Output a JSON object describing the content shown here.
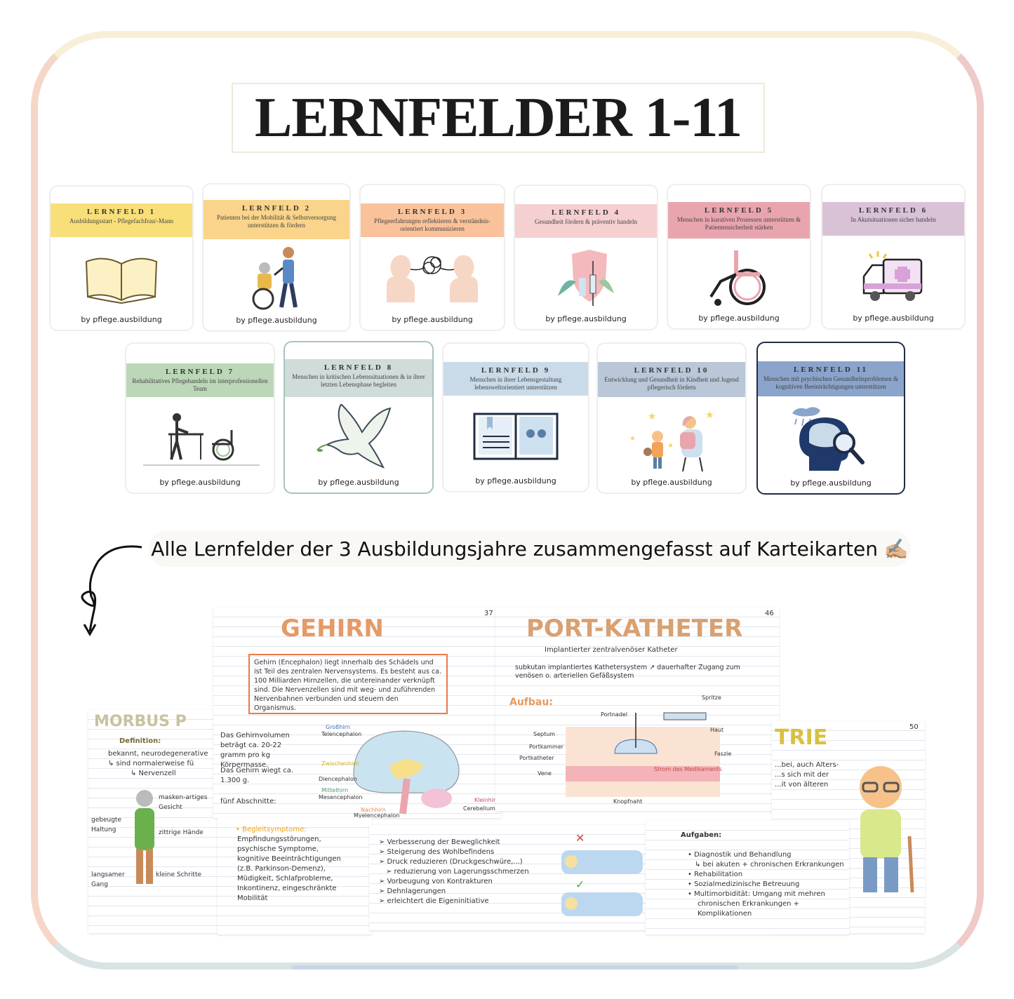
{
  "title": "LERNFELDER 1-11",
  "cards": [
    {
      "label": "LERNFELD 1",
      "desc": "Ausbildungsstart - Pflegefachfrau/-Mann",
      "color": "#f9df79",
      "art": "book-icon"
    },
    {
      "label": "LERNFELD 2",
      "desc": "Patienten bei der Mobilität & Selbstversorgung unterstützen & fördern",
      "color": "#f9d48a",
      "art": "wheelchair-helper-icon"
    },
    {
      "label": "LERNFELD 3",
      "desc": "Pflegeerfahrungen reflektieren & verständnis-orientiert kommunizieren",
      "color": "#f9c29a",
      "art": "communication-icon"
    },
    {
      "label": "LERNFELD 4",
      "desc": "Gesundheit fördern & präventiv handeln",
      "color": "#f6cfd1",
      "art": "shield-syringe-icon"
    },
    {
      "label": "LERNFELD 5",
      "desc": "Menschen in kurativen Prozessen unterstützen & Patientensicherheit stärken",
      "color": "#e9a5ae",
      "art": "wheelchair-icon"
    },
    {
      "label": "LERNFELD 6",
      "desc": "In Akutsituationen sicher handeln",
      "color": "#d9c2d6",
      "art": "ambulance-icon"
    },
    {
      "label": "LERNFELD 7",
      "desc": "Rehabilitatives Pflegehandeln im interprofessionellen Team",
      "color": "#bcd7b8",
      "art": "rehab-icon"
    },
    {
      "label": "LERNFELD 8",
      "desc": "Menschen in kritischen Lebenssituationen & in ihrer letzten Lebensphase begleiten",
      "color": "#cfdcda",
      "art": "dove-icon"
    },
    {
      "label": "LERNFELD 9",
      "desc": "Menschen in ihrer Lebensgestaltung lebensweltorientiert unterstützen",
      "color": "#c9dae9",
      "art": "open-book-icon"
    },
    {
      "label": "LERNFELD 10",
      "desc": "Entwicklung und Gesundheit in Kindheit und Jugend pflegerisch fördern",
      "color": "#b9c7d8",
      "art": "mother-child-icon"
    },
    {
      "label": "LERNFELD 11",
      "desc": "Menschen mit psychischen Gesundheitsproblemen & kognitiven Beeinträchtigungen unterstützen",
      "color": "#8aa4cb",
      "art": "brain-search-icon"
    }
  ],
  "by_label": "by pflege.ausbildung",
  "banner": "Alle Lernfelder der 3 Ausbildungsjahre zusammengefasst auf Karteikarten ✍🏼",
  "pages": {
    "gehirn": {
      "title": "GEHIRN",
      "number": "37",
      "box": "Gehirn (Encephalon) liegt innerhalb des Schädels und ist Teil des zentralen Nervensystems. Es besteht aus ca. 100 Milliarden Hirnzellen, die untereinander verknüpft sind. Die Nervenzellen sind mit weg- und zuführenden Nervenbahnen verbunden und steuern den Organismus.",
      "notes": [
        "Das Gehirnvolumen beträgt ca. 20-22 gramm pro kg Körpermasse.",
        "Das Gehirn wiegt ca. 1.300 g.",
        "fünf Abschnitte:"
      ],
      "labels": [
        "Großhirn",
        "Telencephalon",
        "Zwischenhirn",
        "Diencephalon",
        "Mittelhirn",
        "Mesencephalon",
        "Nachhirn",
        "Myelencephalon",
        "Kleinhirn",
        "Cerebellum"
      ]
    },
    "port": {
      "title": "PORT-KATHETER",
      "number": "46",
      "subtitle": "Implantierter zentralvenöser Katheter",
      "line": "subkutan implantiertes Kathetersystem ↗ dauerhafter Zugang zum venösen o. arteriellen Gefäßsystem",
      "aufbau": "Aufbau:",
      "labels": [
        "Spritze",
        "Portnadel",
        "Haut",
        "Septum",
        "Portkammer",
        "Faszie",
        "Portkatheter",
        "Vene",
        "Strom des Medikaments",
        "Knopfnaht"
      ]
    },
    "morbus": {
      "title": "MORBUS P",
      "definition": "Definition:",
      "text": [
        "bekannt, neurodegenerative",
        "↳ sind normalerweise fü",
        "↳ Nervenzell"
      ],
      "labels": [
        "masken-artiges Gesicht",
        "gebeugte Haltung",
        "zittrige Hände",
        "langsamer Gang",
        "kleine Schritte"
      ]
    },
    "symptome": {
      "lines": [
        "• Begleitsymptome:",
        "Empfindungsstörungen,",
        "psychische Symptome,",
        "kognitive Beeinträchtigungen",
        "(z.B. Parkinson-Demenz),",
        "Müdigkeit, Schlafprobleme,",
        "Inkontinenz, eingeschränkte",
        "Mobilität"
      ]
    },
    "lagerung": {
      "lines": [
        "➢ Verbesserung der Beweglichkeit",
        "➢ Steigerung des Wohlbefindens",
        "➢ Druck reduzieren (Druckgeschwüre,...)",
        "➢ reduzierung von Lagerungsschmerzen",
        "➢ Vorbeugung von Kontrakturen",
        "➢ Dehnlagerungen",
        "➢ erleichtert die Eigeninitiative"
      ]
    },
    "geriatrie": {
      "title": "TRIE",
      "number": "50",
      "text": [
        "...bei, auch Alters-",
        "...s sich mit der",
        "...it von älteren"
      ],
      "aufgaben": "Aufgaben:",
      "lines": [
        "• Diagnostik und Behandlung",
        "↳ bei akuten + chronischen Erkrankungen",
        "• Rehabilitation",
        "• Sozialmedizinische Betreuung",
        "• Multimorbidität: Umgang mit mehren",
        "chronischen Erkrankungen + Komplikationen"
      ]
    }
  }
}
